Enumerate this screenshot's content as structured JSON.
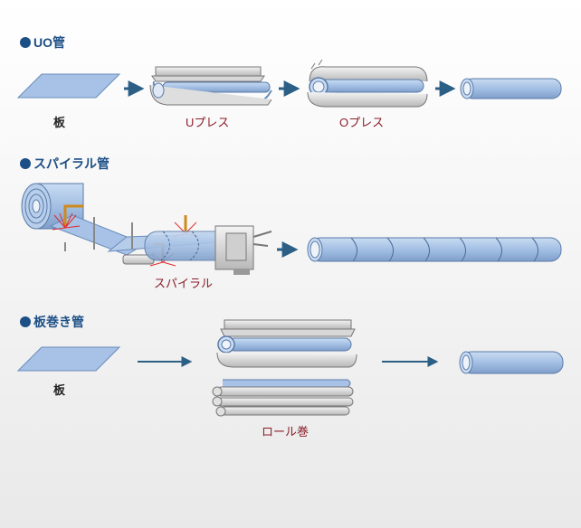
{
  "sections": [
    {
      "heading": "UO管",
      "plate_label": "板",
      "step_labels": [
        "Uプレス",
        "Oプレス"
      ]
    },
    {
      "heading": "スパイラル管",
      "step_labels": [
        "スパイラル"
      ]
    },
    {
      "heading": "板巻き管",
      "plate_label": "板",
      "step_labels": [
        "ロール巻"
      ]
    }
  ],
  "colors": {
    "heading": "#1c4f86",
    "step_label": "#8a1f2a",
    "plate": "#a7c2e6",
    "pipe": "#a7c2e6",
    "arrow": "#2c5f86"
  }
}
